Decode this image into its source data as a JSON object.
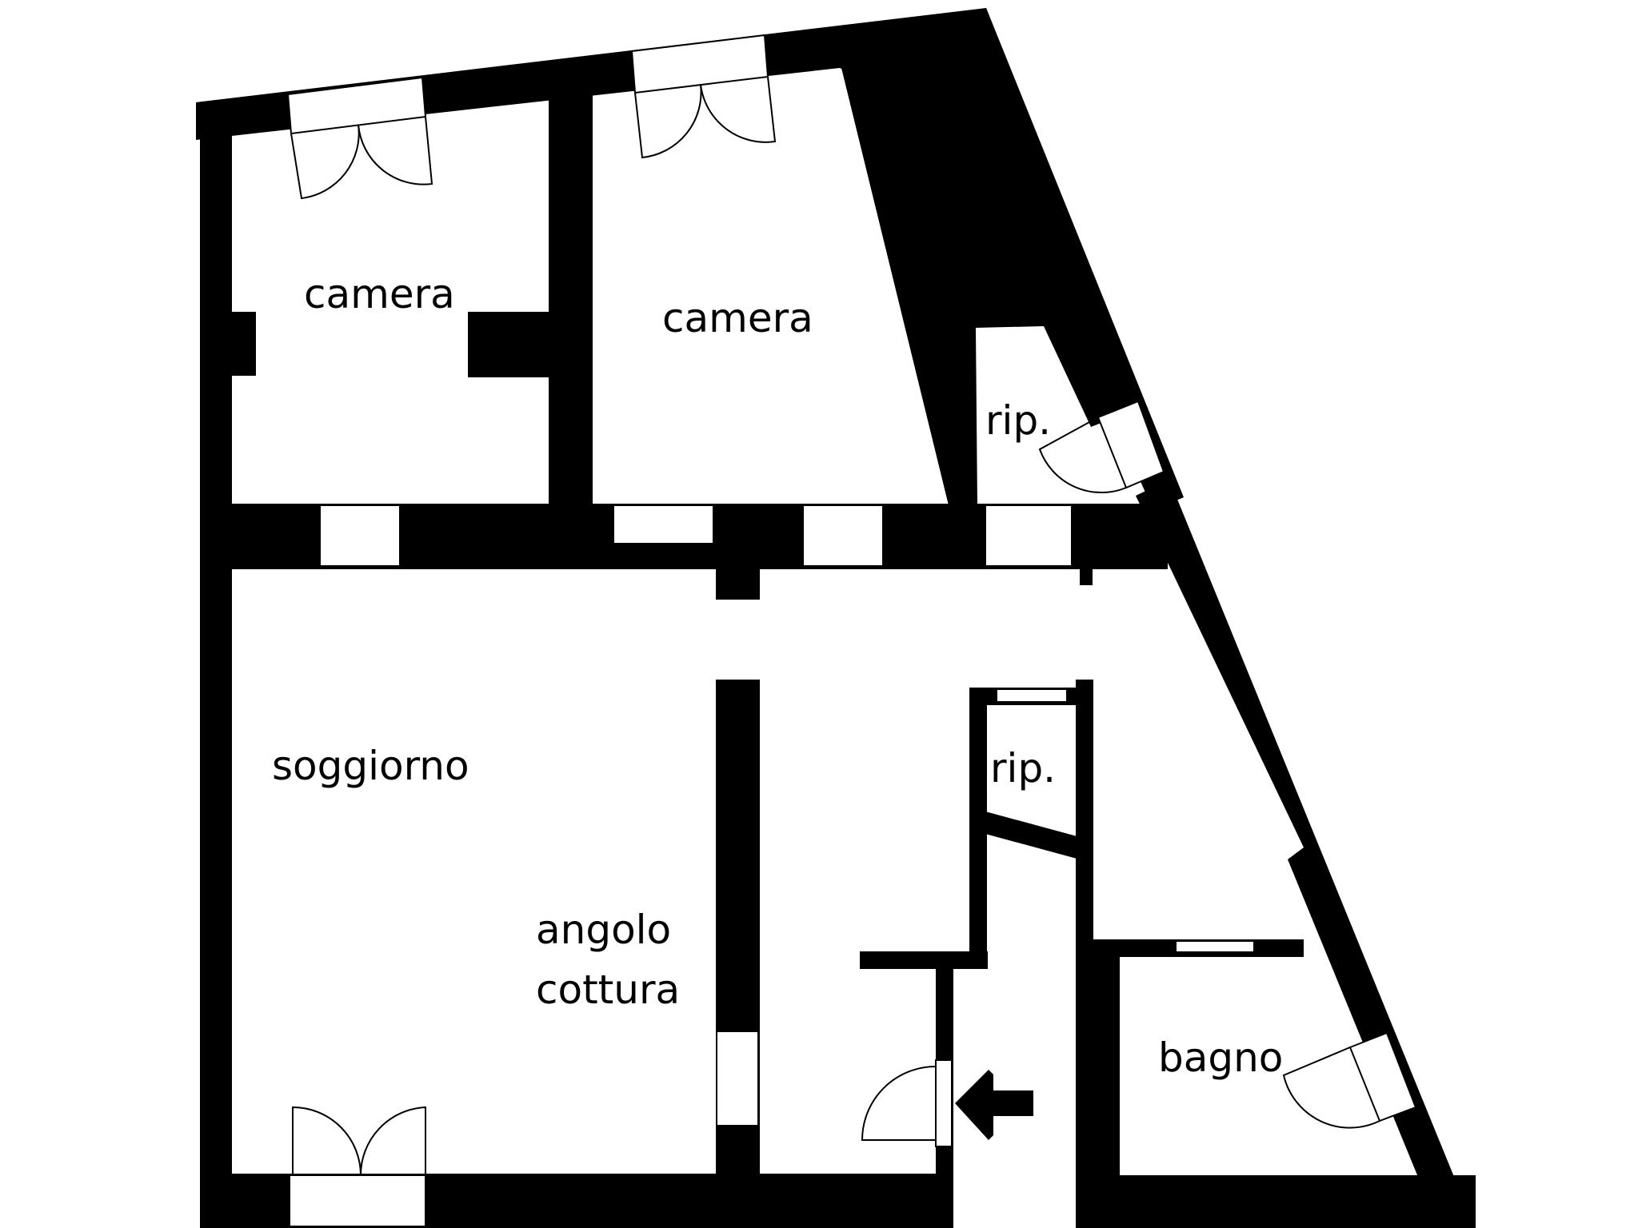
{
  "rooms": {
    "camera_1": "camera",
    "camera_2": "camera",
    "rip_1": "rip.",
    "soggiorno": "soggiorno",
    "angolo_line1": "angolo",
    "angolo_line2": "cottura",
    "rip_2": "rip.",
    "bagno": "bagno"
  },
  "colors": {
    "wall": "#000000",
    "background": "#ffffff"
  }
}
